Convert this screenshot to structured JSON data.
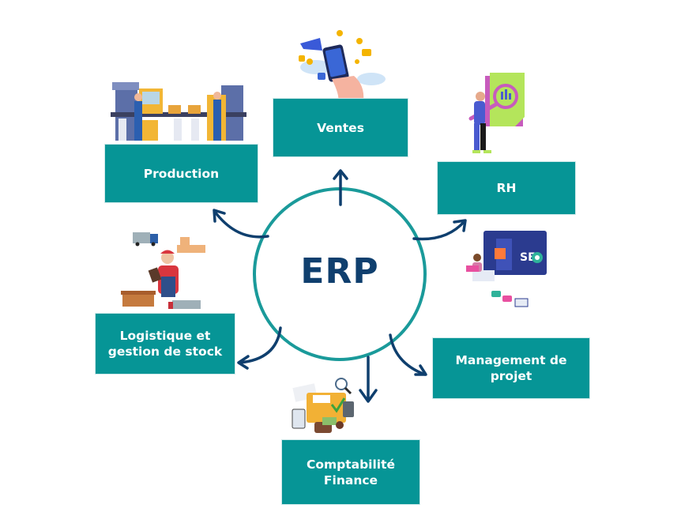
{
  "center": {
    "label": "ERP"
  },
  "modules": [
    {
      "id": "ventes",
      "label": "Ventes",
      "illustration": "marketing-phone-megaphone"
    },
    {
      "id": "rh",
      "label": "RH",
      "illustration": "person-magnifier-report"
    },
    {
      "id": "management",
      "label": "Management de projet",
      "illustration": "seo-screen-laptop-woman"
    },
    {
      "id": "comptabilite",
      "label": "Comptabilité Finance",
      "illustration": "folder-calculator-money"
    },
    {
      "id": "logistique",
      "label": "Logistique et gestion de stock",
      "illustration": "worker-trucks-warehouse"
    },
    {
      "id": "production",
      "label": "Production",
      "illustration": "factory-conveyor-workers"
    }
  ],
  "colors": {
    "box": "#069596",
    "circle": "#1a9a9a",
    "arrow": "#0f3f6e",
    "text": "#ffffff"
  }
}
